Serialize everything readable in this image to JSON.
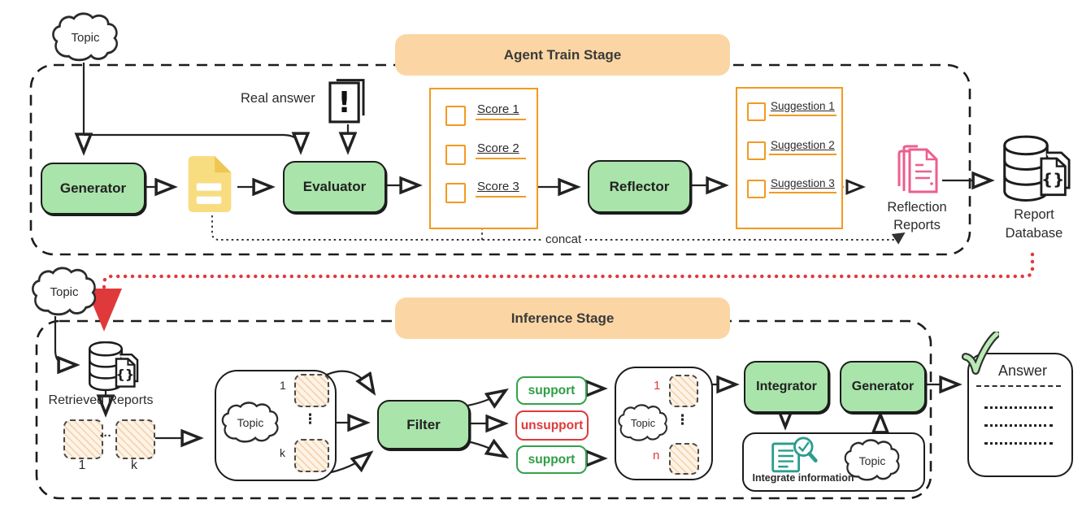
{
  "labels": {
    "topic": "Topic"
  },
  "train": {
    "banner": "Agent Train Stage",
    "generator": "Generator",
    "real_answer": "Real answer",
    "evaluator": "Evaluator",
    "scores": [
      "Score 1",
      "Score 2",
      "Score 3"
    ],
    "reflector": "Reflector",
    "suggestions": [
      "Suggestion 1",
      "Suggestion 2",
      "Suggestion 3"
    ],
    "concat": "concat",
    "reflection_reports": {
      "line1": "Reflection",
      "line2": "Reports"
    },
    "report_database": {
      "line1": "Report",
      "line2": "Database"
    }
  },
  "inference": {
    "banner": "Inference Stage",
    "retrieved_reports": "Retrieved Reports",
    "retrieved_first": "1",
    "retrieved_last": "k",
    "left_container": {
      "first": "1",
      "last": "k"
    },
    "filter": "Filter",
    "support_top": "support",
    "unsupport": "unsupport",
    "support_bottom": "support",
    "right_container": {
      "first": "1",
      "last": "n"
    },
    "integrator": "Integrator",
    "generator": "Generator",
    "integrate_information": "Integrate information",
    "answer": "Answer",
    "ellipsis_h": "···",
    "ellipsis_v": "⋮"
  },
  "colors": {
    "box_green": "#a9e4aa",
    "banner_orange": "#fbd6a4",
    "list_orange": "#f29a1f",
    "alert_red": "#e0393b",
    "report_pink": "#ec5e8e",
    "integrate_teal": "#2a9d8f",
    "support_green": "#2e9e44"
  }
}
